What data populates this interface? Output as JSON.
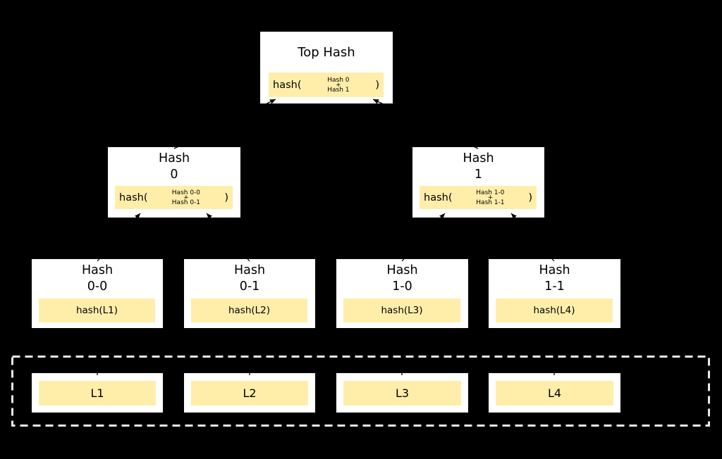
{
  "colors": {
    "background": "#000000",
    "node_background": "#ffffff",
    "node_border": "#000000",
    "hash_highlight": "#ffeeaa",
    "dashed_border": "#e9e9e9",
    "text": "#000000",
    "arrow": "#000000"
  },
  "tree": {
    "root": {
      "title": "Top Hash",
      "formula": {
        "fn": "hash(",
        "top": "Hash 0",
        "plus": "+",
        "bottom": "Hash 1",
        "close": ")"
      }
    },
    "level2": [
      {
        "title1": "Hash",
        "title2": "0",
        "formula": {
          "fn": "hash(",
          "top": "Hash 0-0",
          "plus": "+",
          "bottom": "Hash 0-1",
          "close": ")"
        }
      },
      {
        "title1": "Hash",
        "title2": "1",
        "formula": {
          "fn": "hash(",
          "top": "Hash 1-0",
          "plus": "+",
          "bottom": "Hash 1-1",
          "close": ")"
        }
      }
    ],
    "level3": [
      {
        "title1": "Hash",
        "title2": "0-0",
        "hash": "hash(L1)"
      },
      {
        "title1": "Hash",
        "title2": "0-1",
        "hash": "hash(L2)"
      },
      {
        "title1": "Hash",
        "title2": "1-0",
        "hash": "hash(L3)"
      },
      {
        "title1": "Hash",
        "title2": "1-1",
        "hash": "hash(L4)"
      }
    ],
    "data_blocks": [
      {
        "label": "L1"
      },
      {
        "label": "L2"
      },
      {
        "label": "L3"
      },
      {
        "label": "L4"
      }
    ],
    "edges": [
      {
        "from": "L1",
        "to": "Hash 0-0"
      },
      {
        "from": "L2",
        "to": "Hash 0-1"
      },
      {
        "from": "L3",
        "to": "Hash 1-0"
      },
      {
        "from": "L4",
        "to": "Hash 1-1"
      },
      {
        "from": "Hash 0-0",
        "to": "Hash 0"
      },
      {
        "from": "Hash 0-1",
        "to": "Hash 0"
      },
      {
        "from": "Hash 1-0",
        "to": "Hash 1"
      },
      {
        "from": "Hash 1-1",
        "to": "Hash 1"
      },
      {
        "from": "Hash 0",
        "to": "Top Hash"
      },
      {
        "from": "Hash 1",
        "to": "Top Hash"
      }
    ]
  }
}
